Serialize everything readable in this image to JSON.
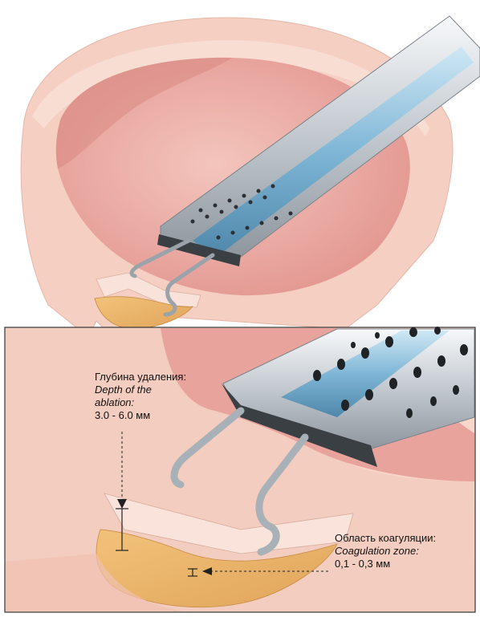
{
  "depth": {
    "ru": "Глубина удаления:",
    "en_line1": "Depth of  the",
    "en_line2": "ablation:",
    "value": "3.0 - 6.0 мм"
  },
  "coagulation": {
    "ru": "Область коагуляции:",
    "en": "Coagulation zone:",
    "value": "0,1 - 0,3 мм"
  },
  "colors": {
    "tissue_outer": "#f4cfc2",
    "tissue_inner": "#e9a6a1",
    "coagulation": "#e8b36a",
    "metal": "#d9dee3",
    "metal_dark": "#4d5359",
    "saline_channel": "#8fc3df"
  }
}
